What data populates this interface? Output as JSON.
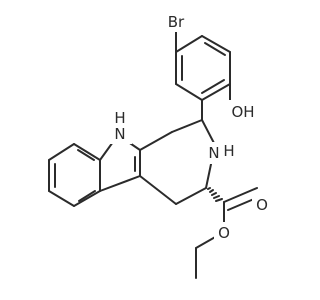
{
  "molecule": {
    "labels": {
      "bromine": "Br",
      "hydroxyl": "OH",
      "indole_nh": "H",
      "indole_n": "N",
      "amine_n": "N",
      "amine_h": "H",
      "carbonyl_o": "O",
      "ester_o": "O"
    },
    "stereo": {
      "c3": "hashed-wedge"
    }
  }
}
